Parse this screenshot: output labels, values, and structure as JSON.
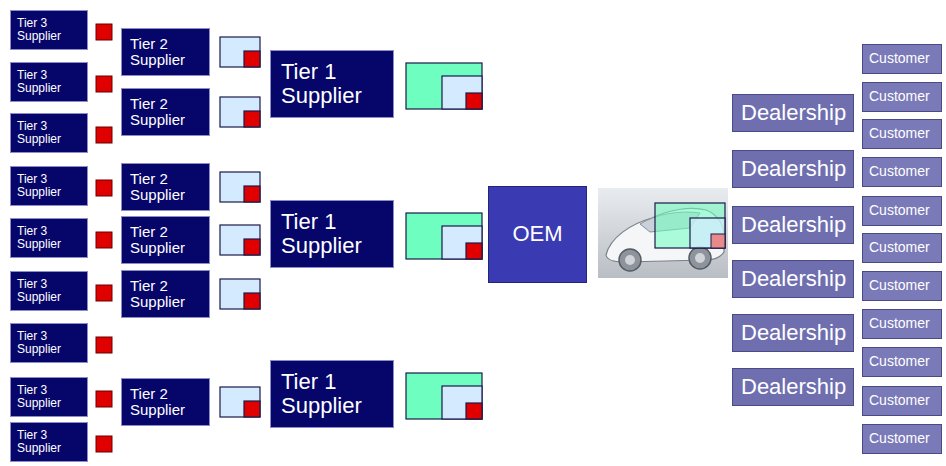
{
  "diagram": {
    "nodes": [
      {
        "text": [
          "Tier 3 Supplier"
        ]
      },
      {
        "text": [
          "Tier 3 Supplier"
        ]
      },
      {
        "text": [
          "Tier 3 Supplier"
        ]
      },
      {
        "text": [
          "Tier 3 Supplier"
        ]
      },
      {
        "text": [
          "Tier 3 Supplier"
        ]
      },
      {
        "text": [
          "Tier 3 Supplier"
        ]
      },
      {
        "text": [
          "Tier 3 Supplier"
        ]
      },
      {
        "text": [
          "Tier 3 Supplier"
        ]
      },
      {
        "text": [
          "Tier 3 Supplier"
        ]
      },
      {
        "text": [
          "Tier 2 Supplier"
        ]
      },
      {
        "text": [
          "Tier 2 Supplier"
        ]
      },
      {
        "text": [
          "Tier 2 Supplier"
        ]
      },
      {
        "text": [
          "Tier 2 Supplier"
        ]
      },
      {
        "text": [
          "Tier 2 Supplier"
        ]
      },
      {
        "text": [
          "Tier 2 Supplier"
        ]
      },
      {
        "text": [
          "Tier 1 Supplier"
        ]
      },
      {
        "text": [
          "Tier 1 Supplier"
        ]
      },
      {
        "text": [
          "Tier 1 Supplier"
        ]
      },
      {
        "text": [
          "OEM"
        ]
      },
      {
        "text": [
          "Dealership"
        ]
      },
      {
        "text": [
          "Dealership"
        ]
      },
      {
        "text": [
          "Dealership"
        ]
      },
      {
        "text": [
          "Dealership"
        ]
      },
      {
        "text": [
          "Dealership"
        ]
      },
      {
        "text": [
          "Dealership"
        ]
      },
      {
        "text": [
          "Customer"
        ]
      },
      {
        "text": [
          "Customer"
        ]
      },
      {
        "text": [
          "Customer"
        ]
      },
      {
        "text": [
          "Customer"
        ]
      },
      {
        "text": [
          "Customer"
        ]
      },
      {
        "text": [
          "Customer"
        ]
      },
      {
        "text": [
          "Customer"
        ]
      },
      {
        "text": [
          "Customer"
        ]
      },
      {
        "text": [
          "Customer"
        ]
      },
      {
        "text": [
          "Customer"
        ]
      },
      {
        "text": [
          "Customer"
        ]
      }
    ]
  }
}
